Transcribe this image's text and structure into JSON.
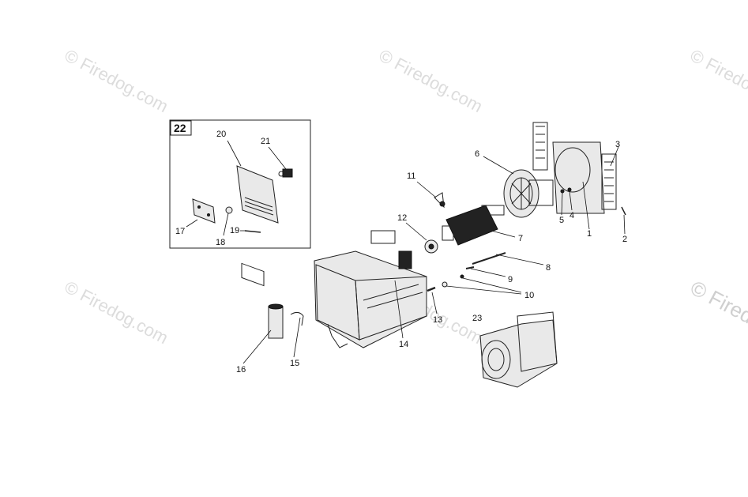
{
  "watermark": {
    "text": "© Firedog.com",
    "partial_text": "© Firedo"
  },
  "inset": {
    "box_number": "22"
  },
  "callouts": [
    {
      "key": "1",
      "text": "1"
    },
    {
      "key": "2",
      "text": "2"
    },
    {
      "key": "3",
      "text": "3"
    },
    {
      "key": "4",
      "text": "4"
    },
    {
      "key": "5",
      "text": "5"
    },
    {
      "key": "6",
      "text": "6"
    },
    {
      "key": "7",
      "text": "7"
    },
    {
      "key": "8",
      "text": "8"
    },
    {
      "key": "9",
      "text": "9"
    },
    {
      "key": "10",
      "text": "10"
    },
    {
      "key": "11",
      "text": "11"
    },
    {
      "key": "12",
      "text": "12"
    },
    {
      "key": "13",
      "text": "13"
    },
    {
      "key": "14",
      "text": "14"
    },
    {
      "key": "15",
      "text": "15"
    },
    {
      "key": "16",
      "text": "16"
    },
    {
      "key": "17",
      "text": "17"
    },
    {
      "key": "18",
      "text": "18"
    },
    {
      "key": "19",
      "text": "19"
    },
    {
      "key": "20",
      "text": "20"
    },
    {
      "key": "21",
      "text": "21"
    },
    {
      "key": "23",
      "text": "23"
    }
  ]
}
